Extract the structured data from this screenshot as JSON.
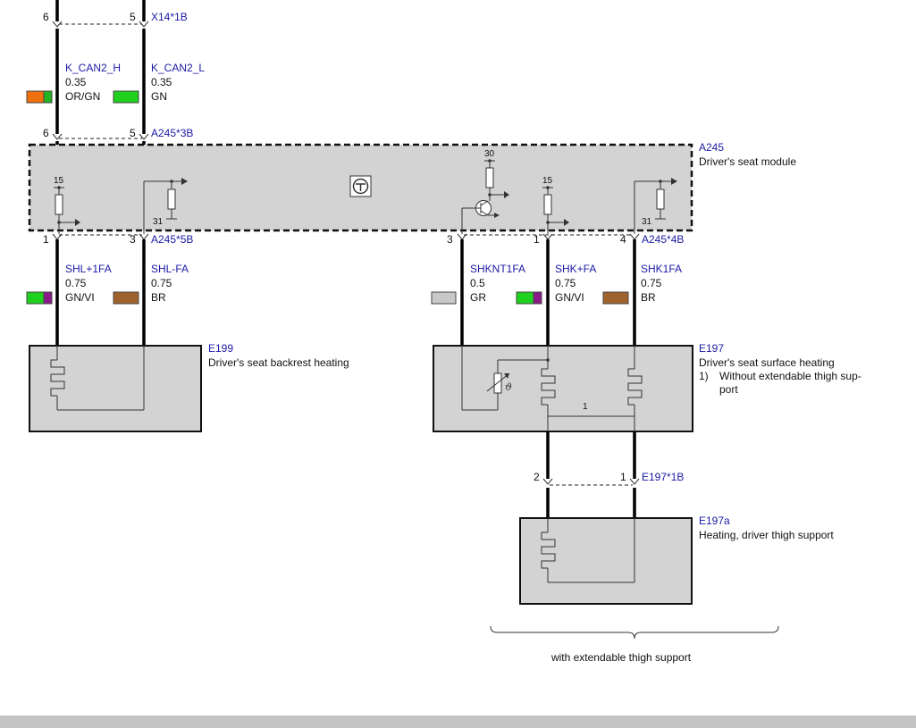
{
  "connectors": {
    "x14": {
      "label": "X14*1B",
      "pins": [
        "6",
        "5"
      ]
    },
    "a245_3b": {
      "label": "A245*3B",
      "pins": [
        "6",
        "5"
      ]
    },
    "a245_5b": {
      "label": "A245*5B",
      "pins": [
        "1",
        "3"
      ]
    },
    "a245_4b": {
      "label": "A245*4B",
      "pins": [
        "3",
        "1",
        "4"
      ]
    },
    "e197_1b": {
      "label": "E197*1B",
      "pins": [
        "2",
        "1"
      ]
    }
  },
  "wires": {
    "can_h": {
      "name": "K_CAN2_H",
      "size": "0.35",
      "color": "OR/GN",
      "swatch": [
        "#f07010",
        "#22b522"
      ]
    },
    "can_l": {
      "name": "K_CAN2_L",
      "size": "0.35",
      "color": "GN",
      "swatch": [
        "#1fd01f"
      ]
    },
    "shl_plus": {
      "name": "SHL+1FA",
      "size": "0.75",
      "color": "GN/VI",
      "swatch": [
        "#1fd01f",
        "#8a1a8a"
      ]
    },
    "shl_fa": {
      "name": "SHL-FA",
      "size": "0.75",
      "color": "BR",
      "swatch": [
        "#a0622d"
      ]
    },
    "shknt": {
      "name": "SHKNT1FA",
      "size": "0.5",
      "color": "GR",
      "swatch": [
        "#c8c8c8"
      ]
    },
    "shk_plus": {
      "name": "SHK+FA",
      "size": "0.75",
      "color": "GN/VI",
      "swatch": [
        "#1fd01f",
        "#8a1a8a"
      ]
    },
    "shk1": {
      "name": "SHK1FA",
      "size": "0.75",
      "color": "BR",
      "swatch": [
        "#a0622d"
      ]
    }
  },
  "components": {
    "a245": {
      "id": "A245",
      "desc": "Driver's seat module"
    },
    "e199": {
      "id": "E199",
      "desc": "Driver's seat backrest heating"
    },
    "e197": {
      "id": "E197",
      "desc": "Driver's seat surface heating",
      "note_num": "1)",
      "note_line1": "Without extendable thigh sup-",
      "note_line2": "port"
    },
    "e197a": {
      "id": "E197a",
      "desc": "Heating, driver thigh support"
    }
  },
  "module_labels": {
    "v15_left": "15",
    "gnd31_left": "31",
    "v30": "30",
    "v15_right": "15",
    "gnd31_right": "31"
  },
  "internal_labels": {
    "footnote_ref": "1",
    "theta": "ϑ"
  },
  "brace_label": "with extendable thigh support"
}
